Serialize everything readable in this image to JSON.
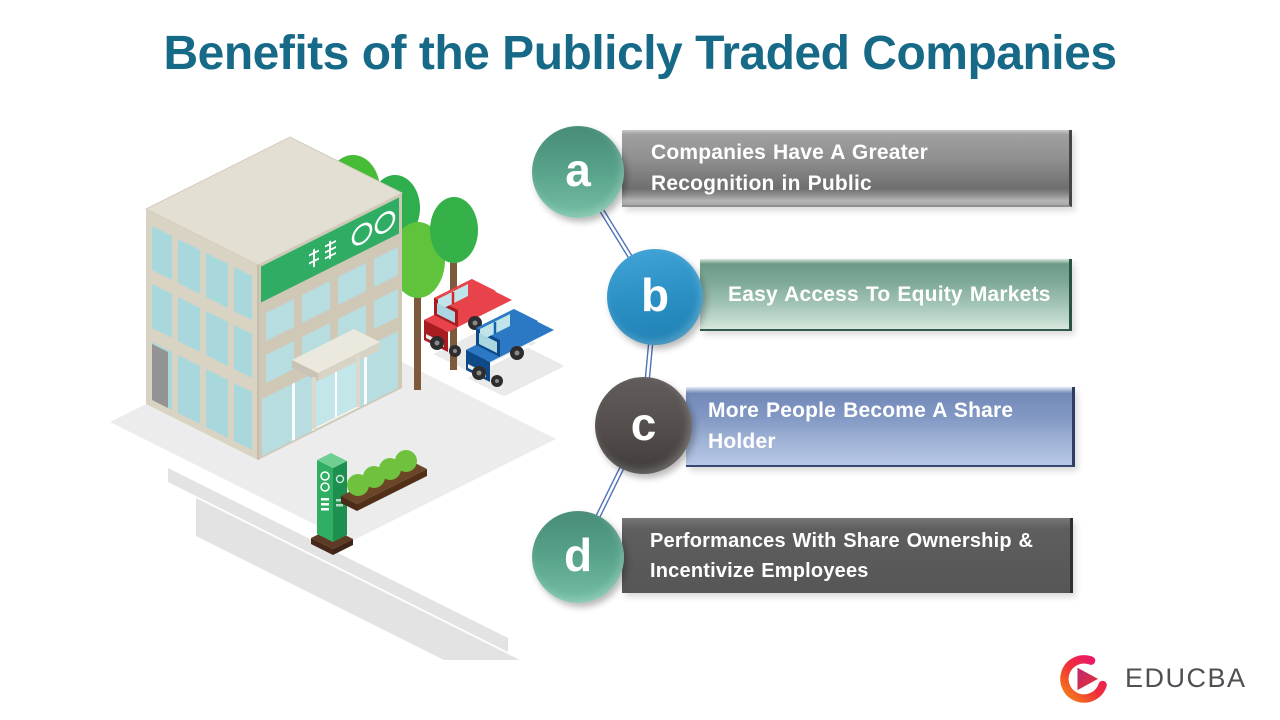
{
  "title": {
    "text": "Benefits of the Publicly Traded Companies",
    "color": "#176a87"
  },
  "benefits": [
    {
      "letter": "a",
      "label": "Companies Have A Greater Recognition in Public",
      "circle_color": "#56a089",
      "bar_colors": [
        "#a0a0a0",
        "#6f6f6f",
        "#b4b4b4"
      ]
    },
    {
      "letter": "b",
      "label": "Easy Access To Equity Markets",
      "circle_color": "#2b90c4",
      "bar_colors": [
        "#6d9a87",
        "#9fc2b2",
        "#d7e7dd"
      ]
    },
    {
      "letter": "c",
      "label": "More People Become A Share Holder",
      "circle_color": "#534e4c",
      "bar_colors": [
        "#7289b8",
        "#9fb2d5",
        "#b7c7e6"
      ]
    },
    {
      "letter": "d",
      "label": "Performances With Share Ownership & Incentivize Employees",
      "circle_color": "#56a089",
      "bar_colors": [
        "#5e5e5e",
        "#565656"
      ]
    }
  ],
  "connector_color": "#4e73b8",
  "illustration": {
    "name": "isometric-office-building-scene",
    "elements": [
      "office building",
      "green rooftop sign with two circles",
      "four green trees",
      "red car",
      "blue car",
      "white parking space lines",
      "sidewalk slab",
      "road strips",
      "entrance canopy",
      "green pillar signboard",
      "hedge planter"
    ]
  },
  "logo": {
    "text": "EDUCBA",
    "icon": "educba-e-play-icon",
    "icon_colors": [
      "#e9186b",
      "#ef2f38",
      "#f4731f"
    ],
    "text_color": "#4f5054"
  }
}
